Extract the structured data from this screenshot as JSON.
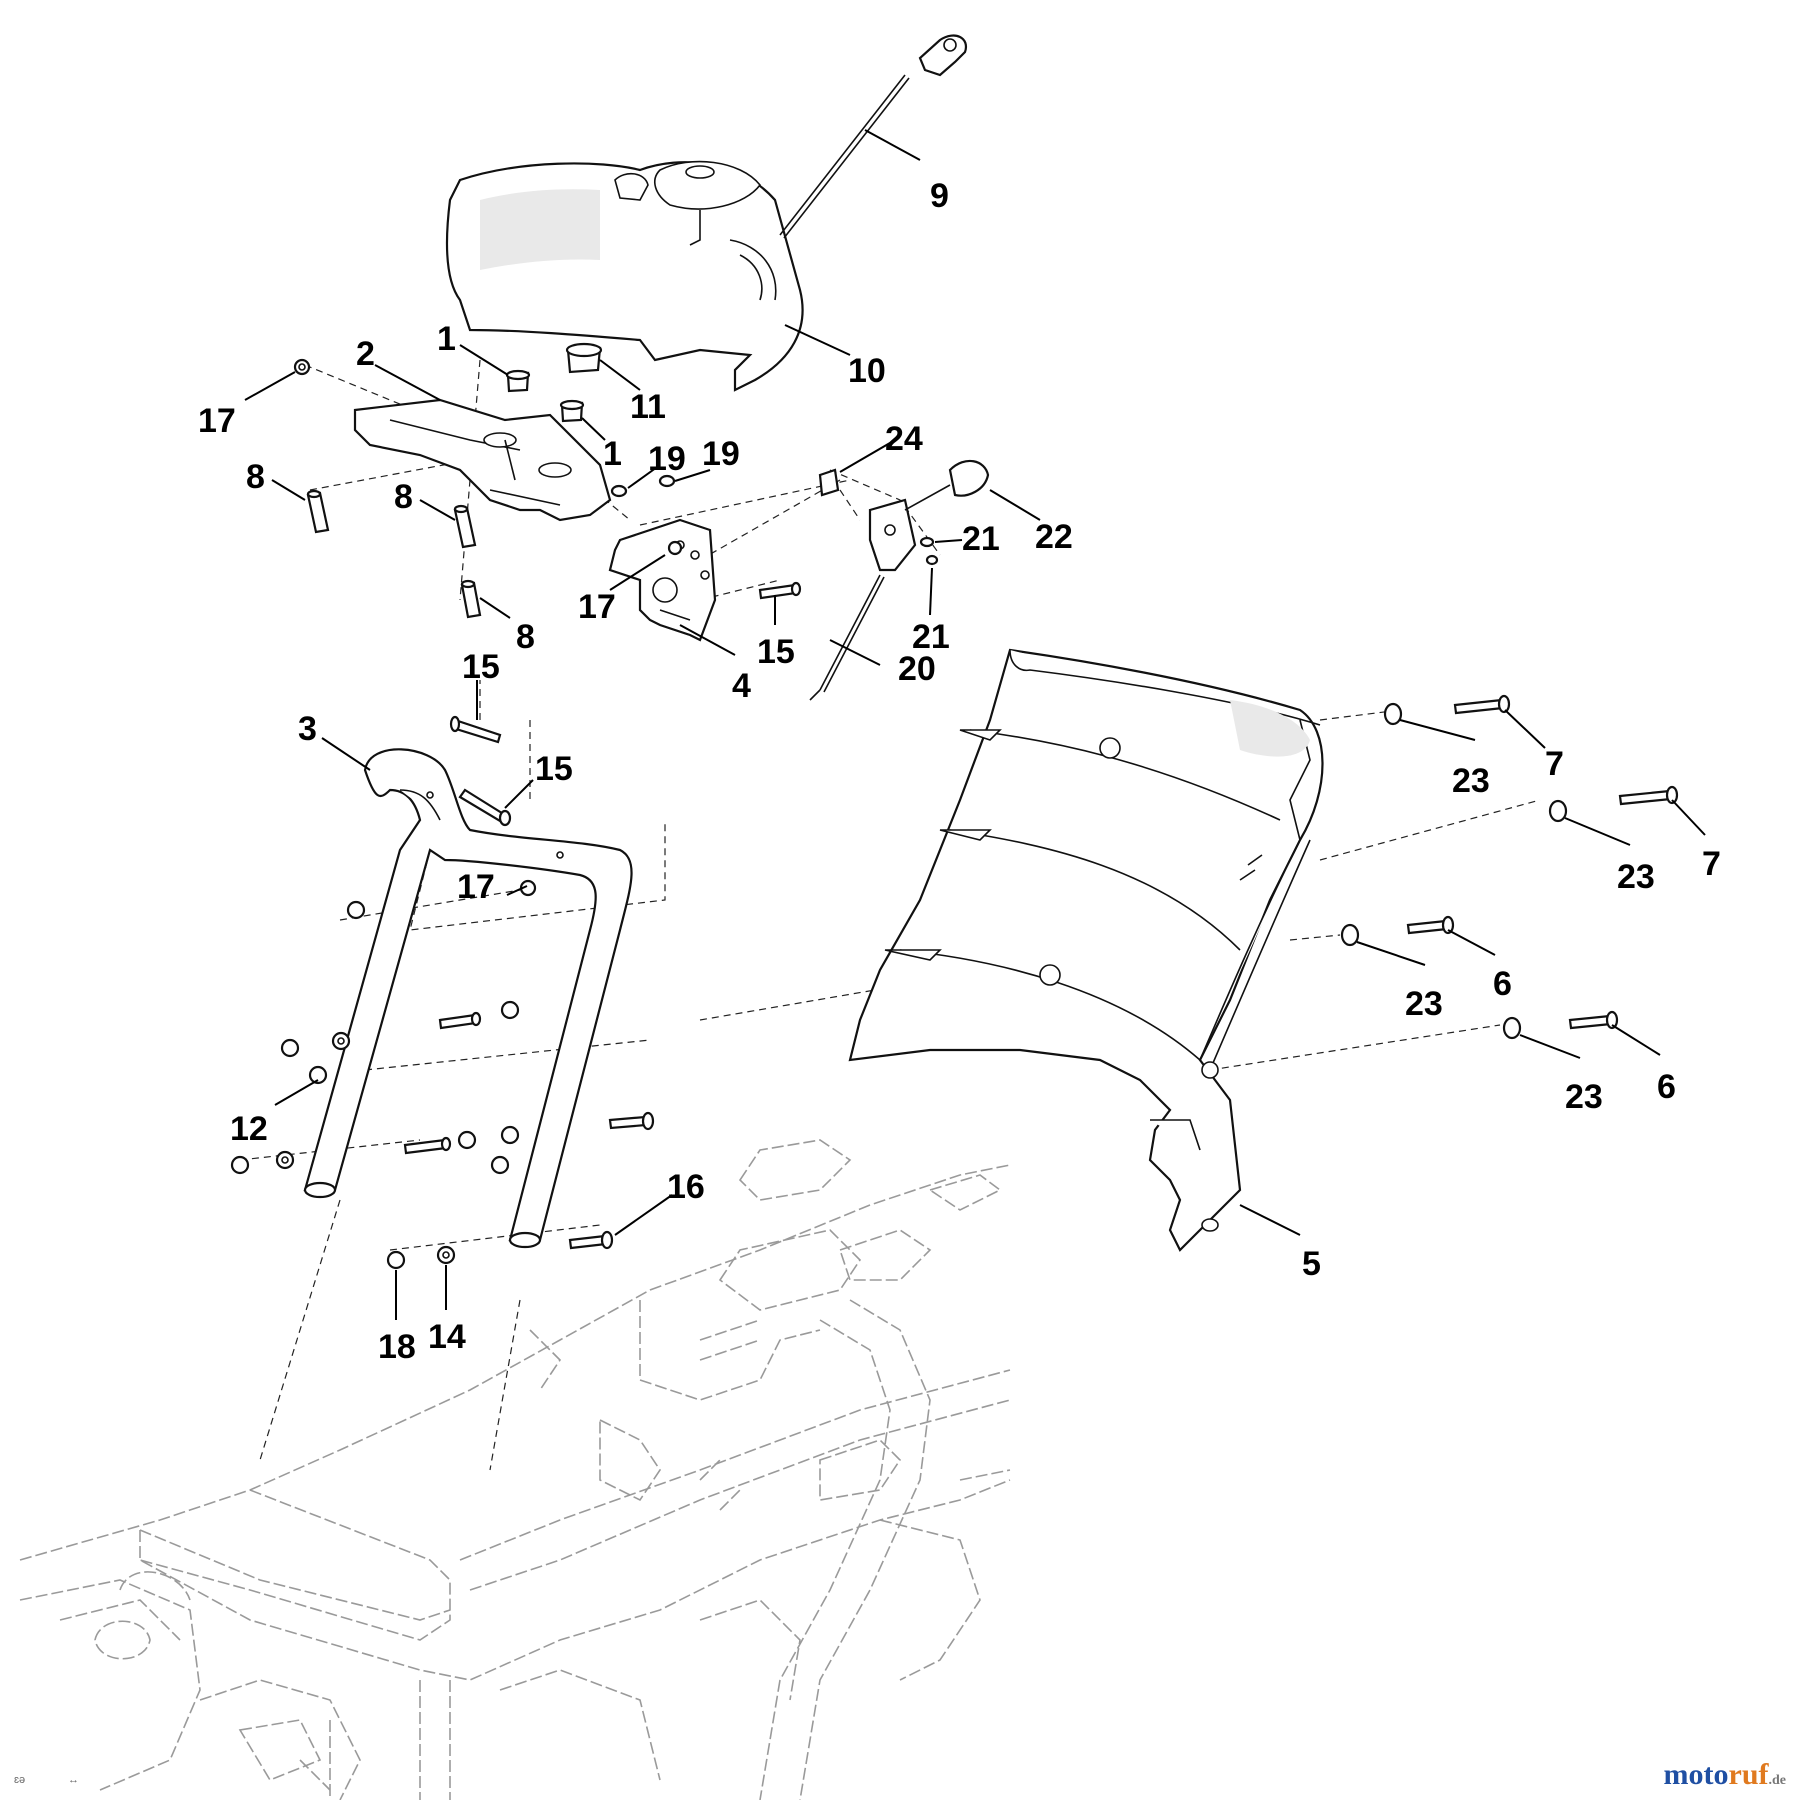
{
  "diagram": {
    "callouts": [
      {
        "id": "c9",
        "label": "9"
      },
      {
        "id": "c10",
        "label": "10"
      },
      {
        "id": "c1a",
        "label": "1"
      },
      {
        "id": "c2",
        "label": "2"
      },
      {
        "id": "c17a",
        "label": "17"
      },
      {
        "id": "c11",
        "label": "11"
      },
      {
        "id": "c1b",
        "label": "1"
      },
      {
        "id": "c8a",
        "label": "8"
      },
      {
        "id": "c8b",
        "label": "8"
      },
      {
        "id": "c8c",
        "label": "8"
      },
      {
        "id": "c19a",
        "label": "19"
      },
      {
        "id": "c19b",
        "label": "19"
      },
      {
        "id": "c24",
        "label": "24"
      },
      {
        "id": "c22",
        "label": "22"
      },
      {
        "id": "c21a",
        "label": "21"
      },
      {
        "id": "c21b",
        "label": "21"
      },
      {
        "id": "c17b",
        "label": "17"
      },
      {
        "id": "c15a",
        "label": "15"
      },
      {
        "id": "c4",
        "label": "4"
      },
      {
        "id": "c20",
        "label": "20"
      },
      {
        "id": "c15b",
        "label": "15"
      },
      {
        "id": "c3",
        "label": "3"
      },
      {
        "id": "c15c",
        "label": "15"
      },
      {
        "id": "c17c",
        "label": "17"
      },
      {
        "id": "c12",
        "label": "12"
      },
      {
        "id": "c16",
        "label": "16"
      },
      {
        "id": "c18",
        "label": "18"
      },
      {
        "id": "c14",
        "label": "14"
      },
      {
        "id": "c23a",
        "label": "23"
      },
      {
        "id": "c7a",
        "label": "7"
      },
      {
        "id": "c23b",
        "label": "23"
      },
      {
        "id": "c7b",
        "label": "7"
      },
      {
        "id": "c23c",
        "label": "23"
      },
      {
        "id": "c6a",
        "label": "6"
      },
      {
        "id": "c23d",
        "label": "23"
      },
      {
        "id": "c6b",
        "label": "6"
      },
      {
        "id": "c5",
        "label": "5"
      }
    ]
  },
  "watermark": {
    "prefix": "moto",
    "suffix": "ruf",
    "tld": ".de",
    "colors": {
      "prefix": "#1f4fa3",
      "suffix": "#e07a1f",
      "tld": "#777777"
    }
  },
  "corner_mark": "ɛə",
  "arrow_mark": "↔"
}
